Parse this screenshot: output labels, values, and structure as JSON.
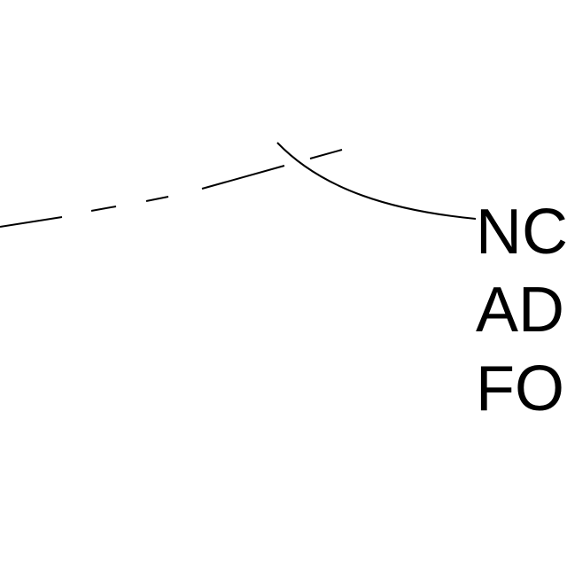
{
  "diagram": {
    "labels": [
      "NC",
      "AD",
      "FO"
    ],
    "line_color": "#000000",
    "text_color": "#000000",
    "background": "#ffffff"
  }
}
